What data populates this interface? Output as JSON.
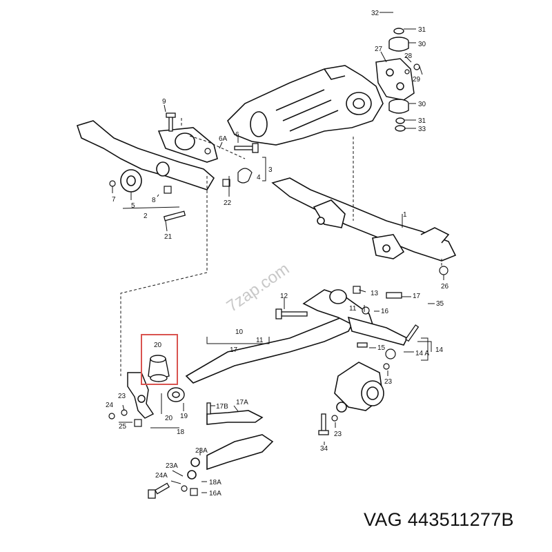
{
  "watermark": "7zap.com",
  "caption": "VAG 443511277B",
  "highlight_color": "#d9534f",
  "labels": {
    "l32": "32",
    "l31a": "31",
    "l30a": "30",
    "l27": "27",
    "l28": "28",
    "l29": "29",
    "l30b": "30",
    "l31b": "31",
    "l33": "33",
    "l9": "9",
    "l6A": "6A",
    "l6": "6",
    "l3": "3",
    "l4": "4",
    "l22": "22",
    "l7": "7",
    "l5": "5",
    "l8": "8",
    "l2": "2",
    "l21": "21",
    "l1": "1",
    "l26": "26",
    "l13": "13",
    "l12": "12",
    "l11a": "11",
    "l17a": "17",
    "l16": "16",
    "l35": "35",
    "l14": "14",
    "l14A": "14 A",
    "l15": "15",
    "l23a": "23",
    "l10": "10",
    "l17b": "17",
    "l11b": "11",
    "l20a": "20",
    "l20b": "20",
    "l19": "19",
    "l18": "18",
    "l24": "24",
    "l23b": "23",
    "l25": "25",
    "l17B": "17B",
    "l17A": "17A",
    "l23c": "23",
    "l34": "34",
    "l23A1": "23A",
    "l23A2": "23A",
    "l24A": "24A",
    "l18A": "18A",
    "l16A": "16A"
  }
}
